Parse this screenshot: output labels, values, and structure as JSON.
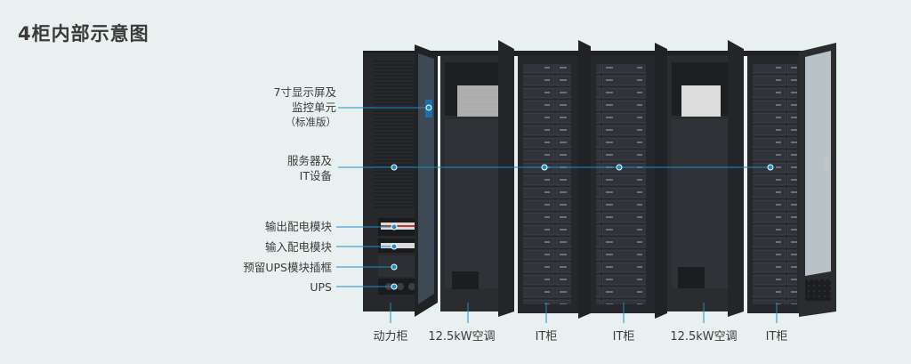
{
  "title": "4柜内部示意图",
  "callouts": {
    "display": [
      "7寸显示屏及",
      "监控单元",
      "（标准版）"
    ],
    "servers": [
      "服务器及",
      "IT设备"
    ],
    "output_pdu": "输出配电模块",
    "input_pdu": "输入配电模块",
    "ups_frame": "预留UPS模块插框",
    "ups": "UPS"
  },
  "cabinets": [
    "动力柜",
    "12.5kW空调",
    "IT柜",
    "IT柜",
    "12.5kW空调",
    "IT柜"
  ],
  "colors": {
    "background": "#e9f0f0",
    "accent": "#1d8fc9",
    "cabinet": "#2a2c2f"
  }
}
